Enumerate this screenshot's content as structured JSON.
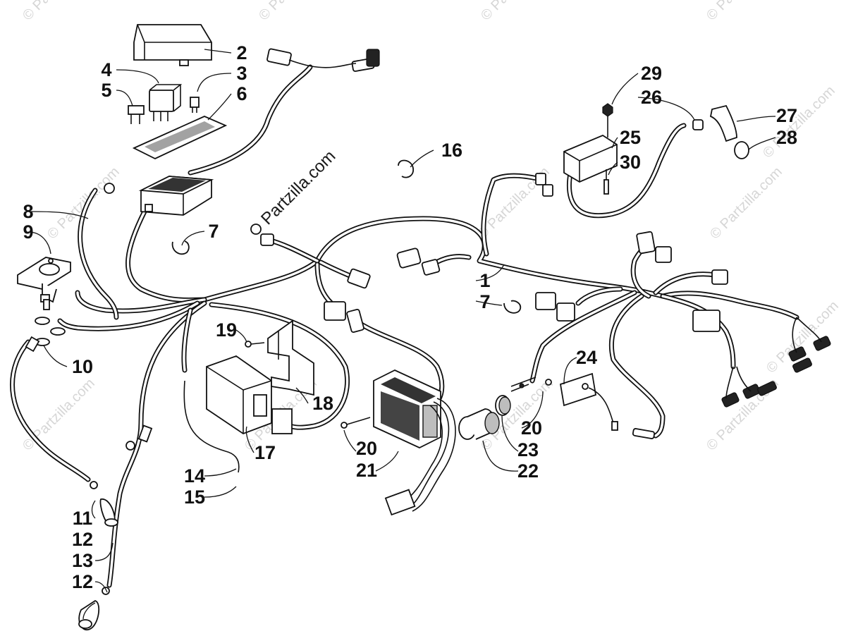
{
  "diagram": {
    "watermark_main": "Partzilla.com",
    "watermark_small": "© Partzilla.com",
    "callouts": [
      {
        "id": "c1",
        "label": "1"
      },
      {
        "id": "c2",
        "label": "2"
      },
      {
        "id": "c3",
        "label": "3"
      },
      {
        "id": "c4",
        "label": "4"
      },
      {
        "id": "c5",
        "label": "5"
      },
      {
        "id": "c6",
        "label": "6"
      },
      {
        "id": "c7a",
        "label": "7"
      },
      {
        "id": "c7b",
        "label": "7"
      },
      {
        "id": "c8",
        "label": "8"
      },
      {
        "id": "c9",
        "label": "9"
      },
      {
        "id": "c10",
        "label": "10"
      },
      {
        "id": "c11",
        "label": "11"
      },
      {
        "id": "c12a",
        "label": "12"
      },
      {
        "id": "c13",
        "label": "13"
      },
      {
        "id": "c12b",
        "label": "12"
      },
      {
        "id": "c14",
        "label": "14"
      },
      {
        "id": "c15",
        "label": "15"
      },
      {
        "id": "c16",
        "label": "16"
      },
      {
        "id": "c17",
        "label": "17"
      },
      {
        "id": "c18",
        "label": "18"
      },
      {
        "id": "c19",
        "label": "19"
      },
      {
        "id": "c20a",
        "label": "20"
      },
      {
        "id": "c21",
        "label": "21"
      },
      {
        "id": "c20b",
        "label": "20"
      },
      {
        "id": "c22",
        "label": "22"
      },
      {
        "id": "c23",
        "label": "23"
      },
      {
        "id": "c24",
        "label": "24"
      },
      {
        "id": "c25",
        "label": "25"
      },
      {
        "id": "c26",
        "label": "26"
      },
      {
        "id": "c27",
        "label": "27"
      },
      {
        "id": "c28",
        "label": "28"
      },
      {
        "id": "c29",
        "label": "29"
      },
      {
        "id": "c30",
        "label": "30"
      }
    ]
  }
}
